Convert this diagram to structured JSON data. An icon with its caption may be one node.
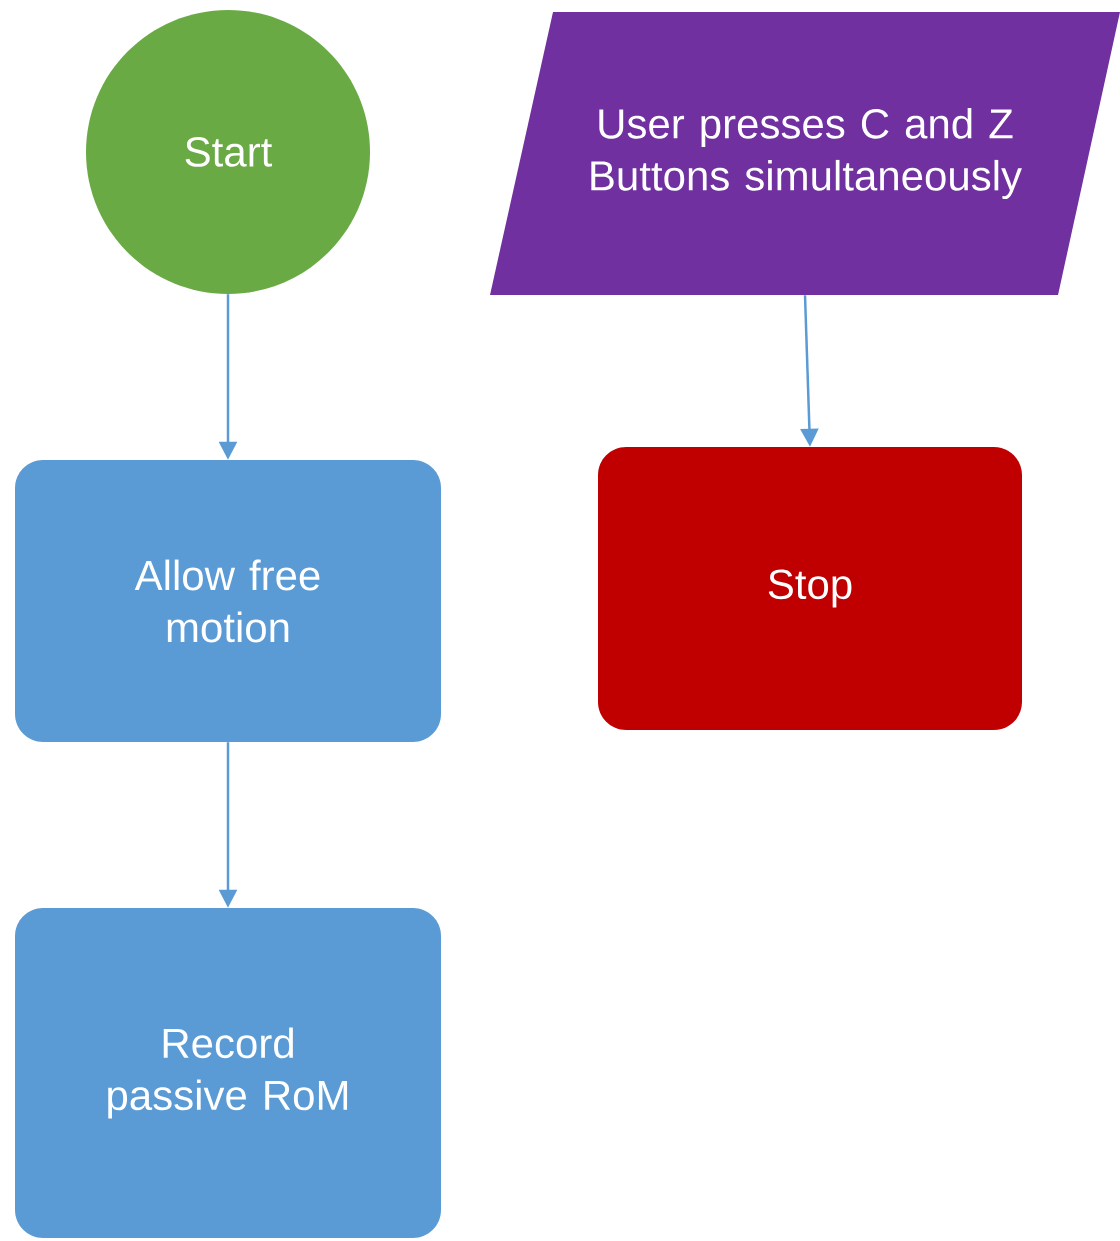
{
  "diagram": {
    "nodes": [
      {
        "text": [
          "Start"
        ]
      },
      {
        "text": [
          "User presses C and Z Buttons simultaneously"
        ]
      },
      {
        "text": [
          "Stop"
        ]
      },
      {
        "text": [
          "Allow free motion"
        ]
      },
      {
        "text": [
          "Record passive RoM"
        ]
      }
    ],
    "edges": [
      {
        "from": 0,
        "to": 3,
        "arrow": "to"
      },
      {
        "from": 3,
        "to": 4,
        "arrow": "to"
      },
      {
        "from": 1,
        "to": 2,
        "arrow": "to"
      }
    ]
  }
}
